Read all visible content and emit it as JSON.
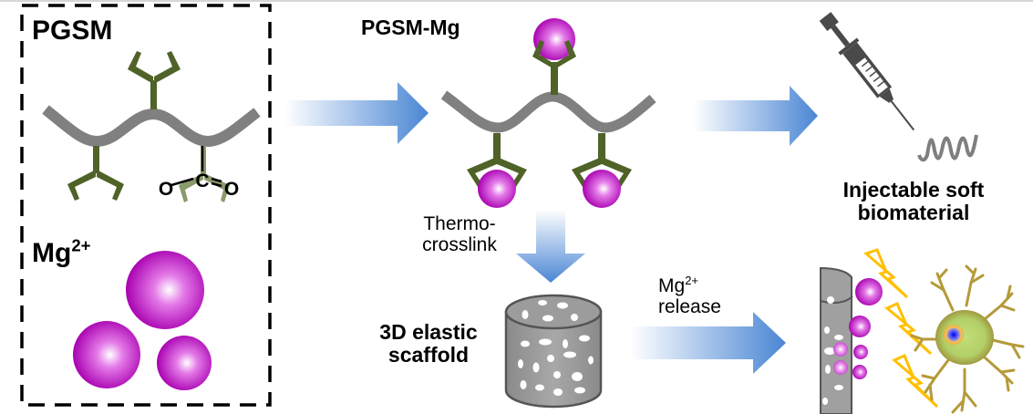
{
  "figure": {
    "type": "schematic",
    "panels": {
      "reactants": {
        "polymer_label": "PGSM",
        "ion_label": "Mg",
        "ion_charge": "2+",
        "functional_group": {
          "atom1": "O",
          "center": "C",
          "atom2": "O"
        }
      },
      "complex": {
        "label": "PGSM-Mg"
      },
      "injectable": {
        "line1": "Injectable soft",
        "line2": "biomaterial"
      },
      "scaffold": {
        "step_line1": "Thermo-",
        "step_line2": "crosslink",
        "line1": "3D elastic",
        "line2": "scaffold"
      },
      "release": {
        "ion": "Mg",
        "charge": "2+",
        "word": "release"
      }
    },
    "colors": {
      "arrow_blue": "#4a86d4",
      "backbone_gray": "#808080",
      "ligand_green": "#4f6228",
      "ion_magenta": "#b000b8",
      "spark_yellow": "#ffc000",
      "neuron_green": "#b5d36a",
      "nucleus_blue": "#1a1aff"
    }
  }
}
